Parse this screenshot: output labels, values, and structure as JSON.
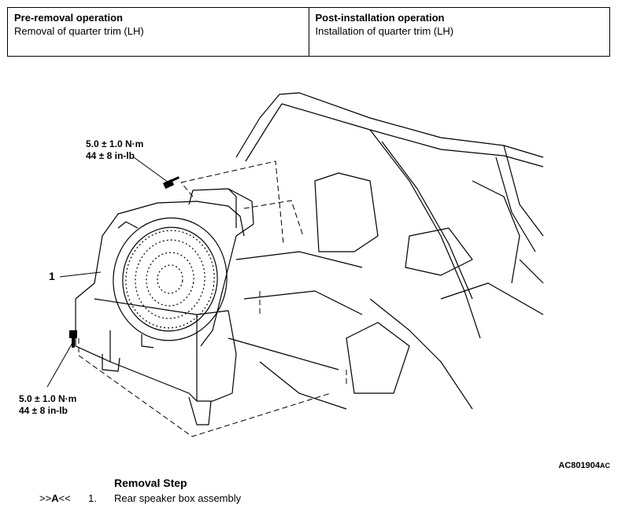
{
  "operations": {
    "pre": {
      "heading": "Pre-removal operation",
      "text": "Removal of quarter trim (LH)"
    },
    "post": {
      "heading": "Post-installation operation",
      "text": "Installation of quarter trim (LH)"
    }
  },
  "illustration": {
    "torque_top": {
      "line1": "5.0 ± 1.0 N·m",
      "line2": "44 ± 8 in-lb"
    },
    "torque_bottom": {
      "line1": "5.0 ± 1.0 N·m",
      "line2": "44 ± 8 in-lb"
    },
    "callout_1": "1",
    "figure_id": "AC801904",
    "figure_suffix": "AC"
  },
  "removal": {
    "title": "Removal Step",
    "steps": [
      {
        "ref_prefix": ">>",
        "ref_letter": "A",
        "ref_suffix": "<<",
        "number": "1.",
        "name": "Rear speaker box assembly"
      }
    ]
  }
}
